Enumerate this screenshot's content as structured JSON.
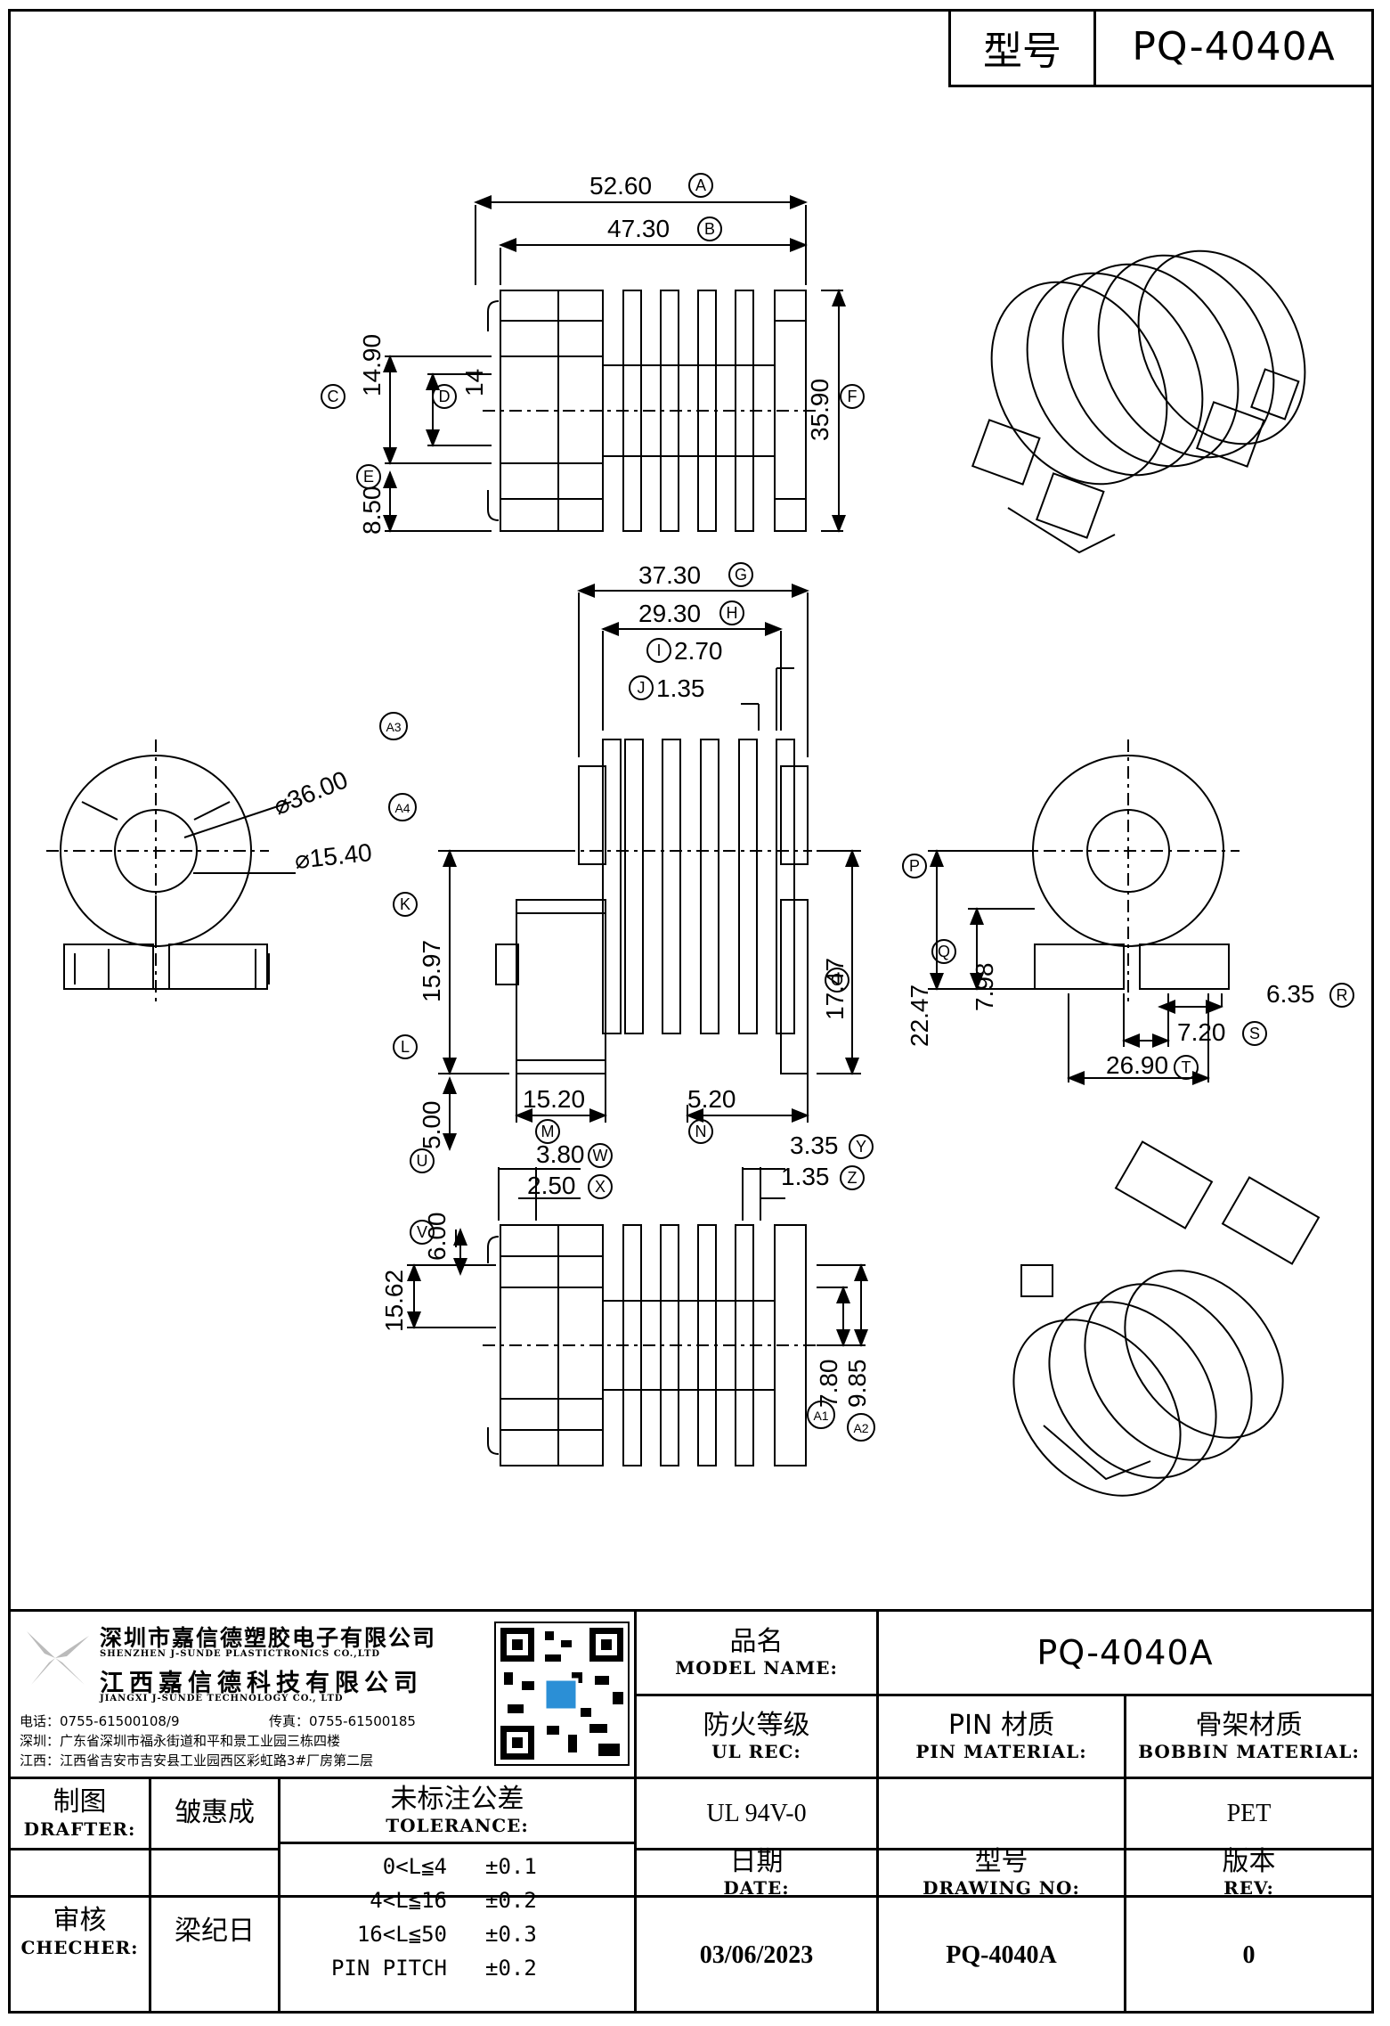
{
  "header": {
    "model_label": "型号",
    "model_value": "PQ-4040A"
  },
  "dimensions": {
    "A": "52.60",
    "B": "47.30",
    "C": "14.90",
    "D": "14",
    "E": "8.50",
    "F": "35.90",
    "G": "37.30",
    "H": "29.30",
    "I": "2.70",
    "J": "1.35",
    "A3": "⌀36.00",
    "A4": "⌀15.40",
    "K": "15.97",
    "L": "5.00",
    "M": "15.20",
    "N": "5.20",
    "O": "17.47",
    "P": "22.47",
    "Q": "7.98",
    "R": "6.35",
    "S": "7.20",
    "T": "26.90",
    "W": "3.80",
    "X": "2.50",
    "Y": "3.35",
    "Z": "1.35",
    "U": "6.00",
    "V": "15.62",
    "A1": "7.80",
    "A2": "9.85"
  },
  "markers": {
    "A": "A",
    "B": "B",
    "C": "C",
    "D": "D",
    "E": "E",
    "F": "F",
    "G": "G",
    "H": "H",
    "I": "I",
    "J": "J",
    "A3": "A3",
    "A4": "A4",
    "K": "K",
    "L": "L",
    "M": "M",
    "N": "N",
    "O": "O",
    "P": "P",
    "Q": "Q",
    "R": "R",
    "S": "S",
    "T": "T",
    "W": "W",
    "X": "X",
    "Y": "Y",
    "Z": "Z",
    "U": "U",
    "V": "V",
    "A1": "A1",
    "A2": "A2"
  },
  "company": {
    "name_sz": "深圳市嘉信德塑胶电子有限公司",
    "name_sz_en": "SHENZHEN J-SUNDE PLASTICTRONICS CO.,LTD",
    "name_jx": "江西嘉信德科技有限公司",
    "name_jx_en": "JIANGXI J-SUNDE TECHNOLOGY CO., LTD",
    "phone": "电话：0755-61500108/9",
    "fax": "传真：0755-61500185",
    "addr_sz": "深圳：广东省深圳市福永街道和平和景工业园三栋四楼",
    "addr_jx": "江西：江西省吉安市吉安县工业园西区彩虹路3#厂房第二层"
  },
  "title_block": {
    "model_name_zh": "品名",
    "model_name_en": "MODEL NAME:",
    "model_name_value": "PQ-4040A",
    "ul_zh": "防火等级",
    "ul_en": "UL REC:",
    "ul_value": "UL 94V-0",
    "pin_zh": "PIN 材质",
    "pin_en": "PIN MATERIAL:",
    "pin_value": "",
    "bobbin_zh": "骨架材质",
    "bobbin_en": "BOBBIN MATERIAL:",
    "bobbin_value": "PET",
    "drafter_zh": "制图",
    "drafter_en": "DRAFTER:",
    "drafter_value": "皱惠成",
    "checker_zh": "审核",
    "checker_en": "CHECHER:",
    "checker_value": "梁纪日",
    "tol_zh": "未标注公差",
    "tol_en": "TOLERANCE:",
    "tolerances": [
      {
        "range": "0<L≦4",
        "value": "±0.1"
      },
      {
        "range": "4<L≦16",
        "value": "±0.2"
      },
      {
        "range": "16<L≦50",
        "value": "±0.3"
      },
      {
        "range": "PIN PITCH",
        "value": "±0.2"
      }
    ],
    "date_zh": "日期",
    "date_en": "DATE:",
    "date_value": "03/06/2023",
    "dwg_zh": "型号",
    "dwg_en": "DRAWING NO:",
    "dwg_value": "PQ-4040A",
    "rev_zh": "版本",
    "rev_en": "REV:",
    "rev_value": "0"
  }
}
